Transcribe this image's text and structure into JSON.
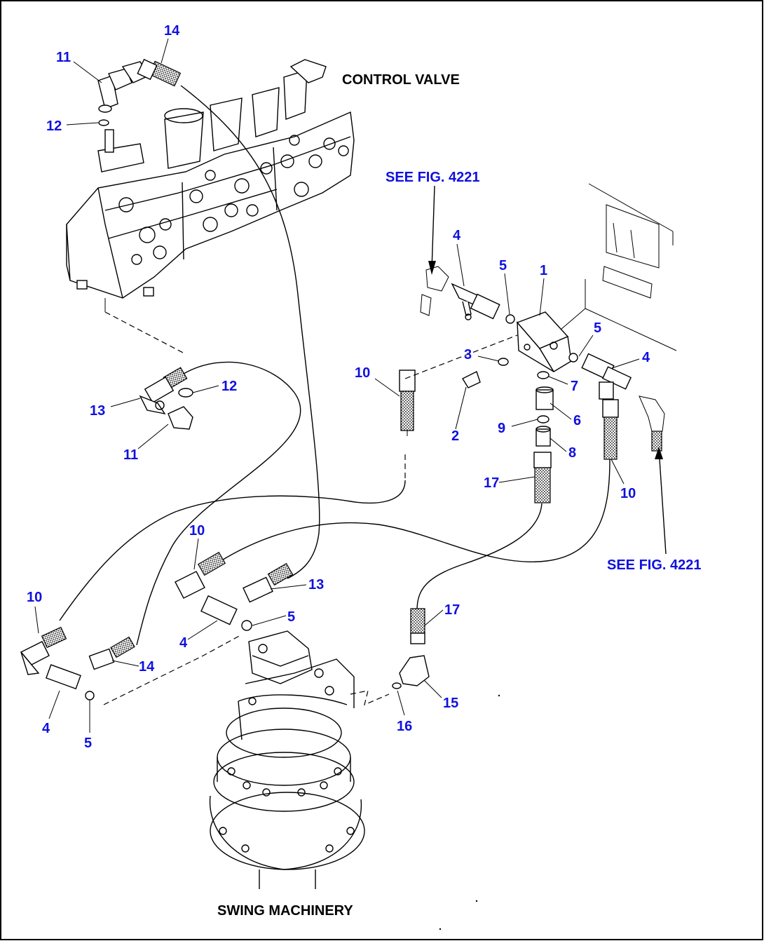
{
  "labels": {
    "control_valve": "CONTROL VALVE",
    "swing_machinery": "SWING MACHINERY",
    "see_fig_top": "SEE FIG. 4221",
    "see_fig_right": "SEE FIG. 4221"
  },
  "callouts": {
    "c14_top": "14",
    "c11_top": "11",
    "c12_top": "12",
    "c4_top": "4",
    "c5_top": "5",
    "c1": "1",
    "c5_right": "5",
    "c3": "3",
    "c10_mid": "10",
    "c4_right": "4",
    "c7": "7",
    "c6": "6",
    "c2": "2",
    "c9": "9",
    "c8": "8",
    "c12_mid": "12",
    "c13_mid": "13",
    "c11_mid": "11",
    "c17_mid": "17",
    "c10_right": "10",
    "c10_low": "10",
    "c13_low": "13",
    "c10_left": "10",
    "c5_low": "5",
    "c17_low": "17",
    "c4_low": "4",
    "c14_low": "14",
    "c15": "15",
    "c4_left": "4",
    "c16": "16",
    "c5_left": "5"
  },
  "colors": {
    "callout": "#1010e0",
    "line": "#000000",
    "background": "#ffffff"
  }
}
